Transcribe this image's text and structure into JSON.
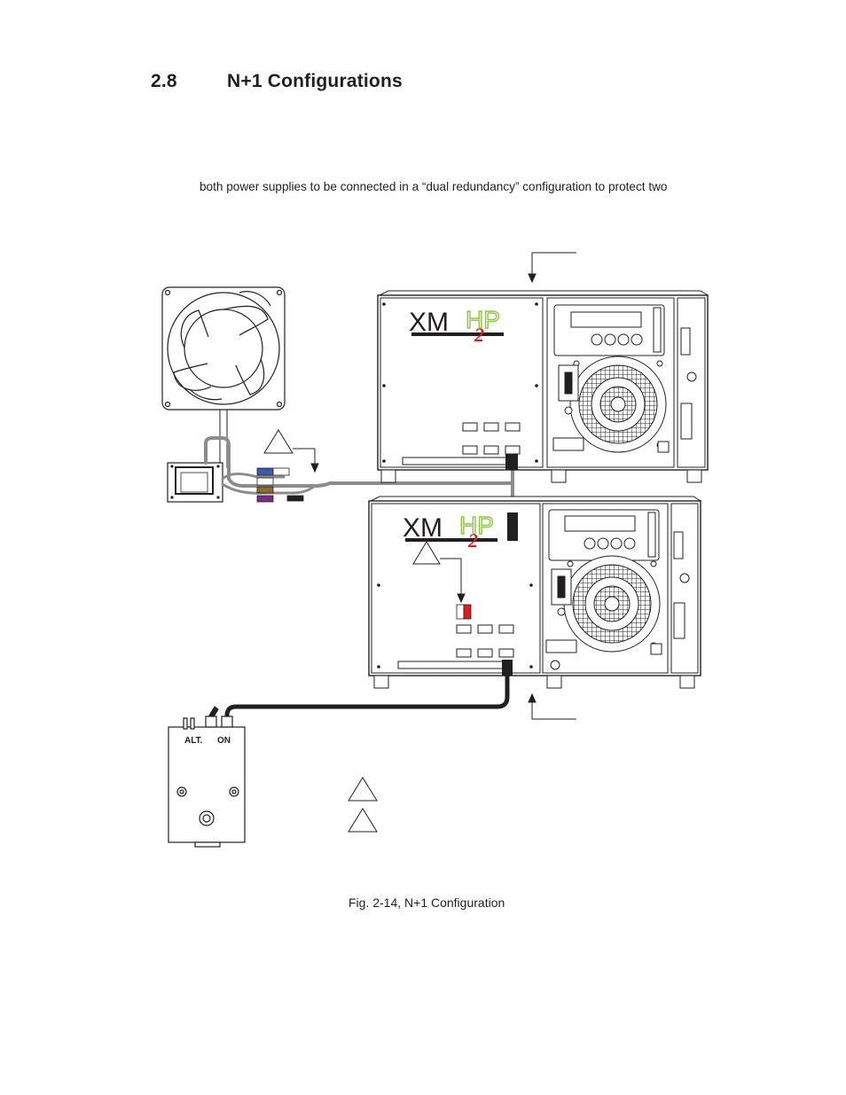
{
  "section": {
    "number": "2.8",
    "title": "N+1 Configurations"
  },
  "body_text": "both power supplies to be connected in a “dual redundancy” configuration to protect two",
  "figure": {
    "caption": "Fig. 2-14, N+1 Configuration",
    "switch_box": {
      "label_left": "ALT.",
      "label_right": "ON"
    },
    "logo": {
      "xm": "XM",
      "hp": "HP",
      "version": "2"
    },
    "colors": {
      "line": "#231f20",
      "cable_gray": "#8c8c8c",
      "blue_wire": "#3d5aa8",
      "brown_wire": "#8a6d2e",
      "purple_wire": "#7b2d8e",
      "red_connector": "#e31b23",
      "logo_green": "#8dc63f"
    }
  }
}
